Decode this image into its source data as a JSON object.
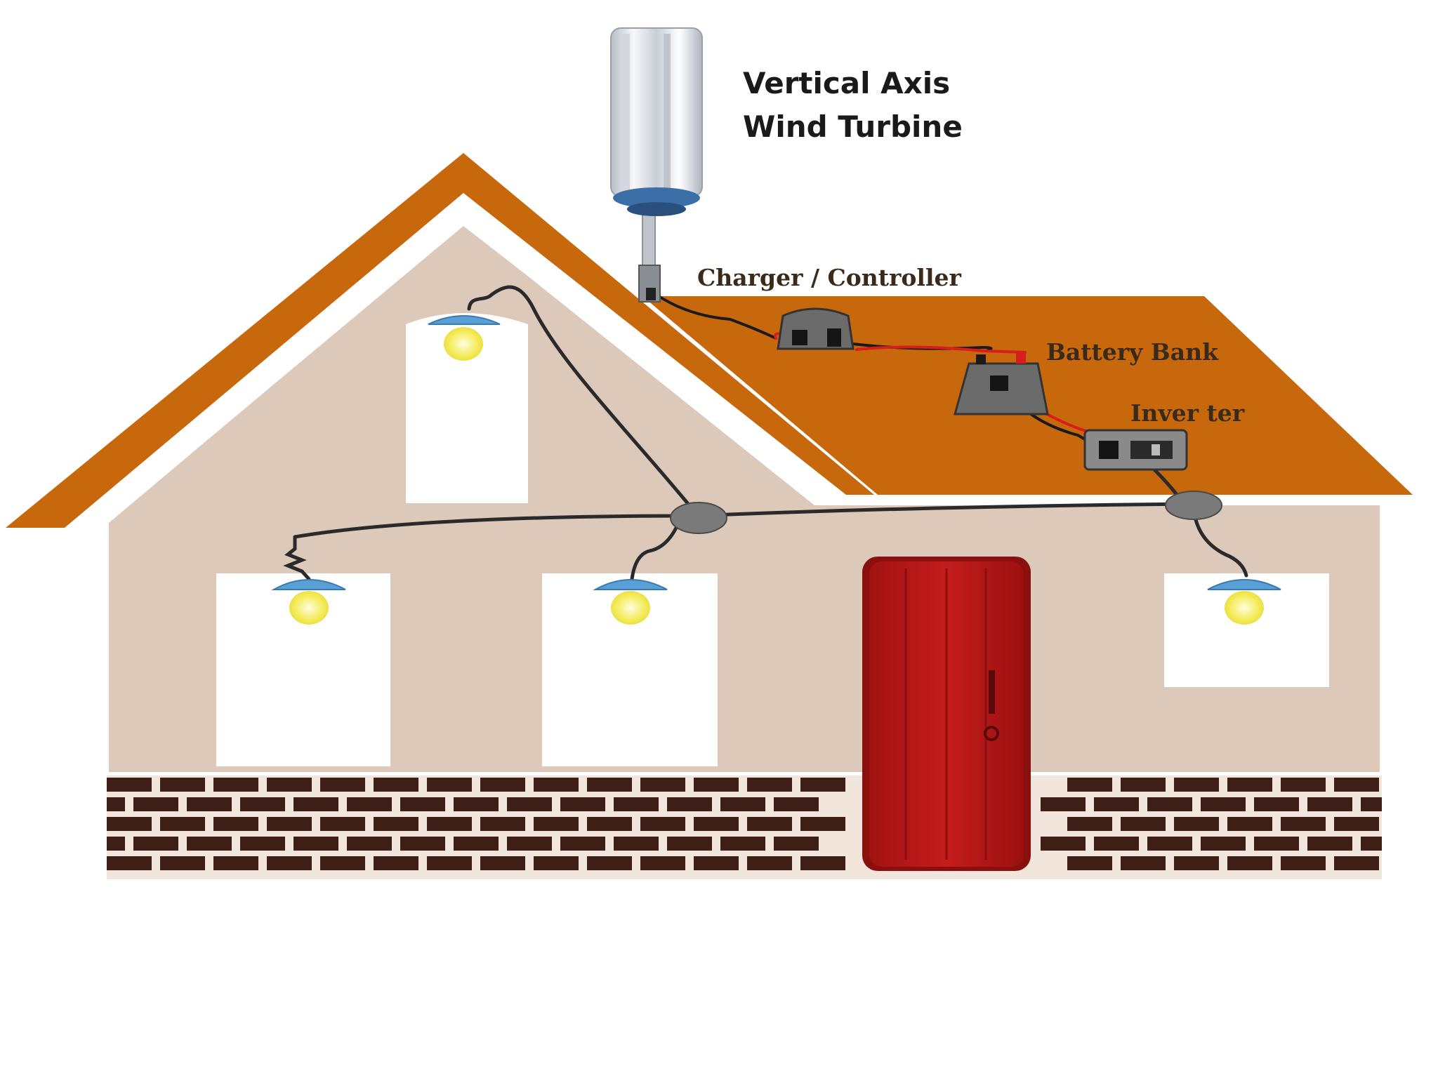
{
  "labels": {
    "turbine_line1": "Vertical Axis",
    "turbine_line2": "Wind Turbine",
    "charger": "Charger / Controller",
    "battery": "Battery Bank",
    "inverter": "Inver ter"
  },
  "colors": {
    "roof": "#c8680c",
    "wall": "#dcc9b9",
    "window": "#ffffff",
    "brick": "#3e1f18",
    "mortar": "#f2e6dc",
    "door": "#b51717",
    "lamp_shade": "#5a9fd6",
    "lamp_bulb": "#f4ec5a",
    "wire": "#2a2a2a",
    "wire_red": "#d81d1d",
    "device": "#6b6b6b"
  }
}
